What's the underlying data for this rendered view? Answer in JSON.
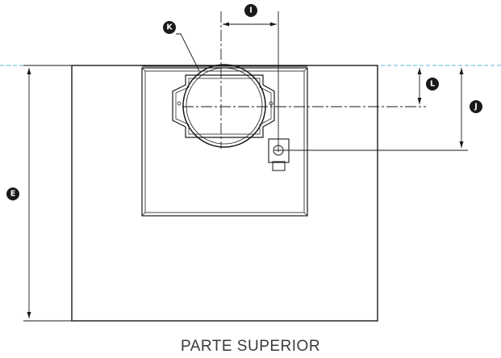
{
  "drawing": {
    "view": "PARTE SUPERIOR",
    "dimension_labels": {
      "I": "I",
      "K": "K",
      "L": "L",
      "J": "J",
      "E": "E"
    },
    "colors": {
      "line": "#1a1a1a",
      "badge": "#1a1a1a",
      "badge_text": "#ffffff",
      "reference_line": "#5fb4d9"
    }
  }
}
